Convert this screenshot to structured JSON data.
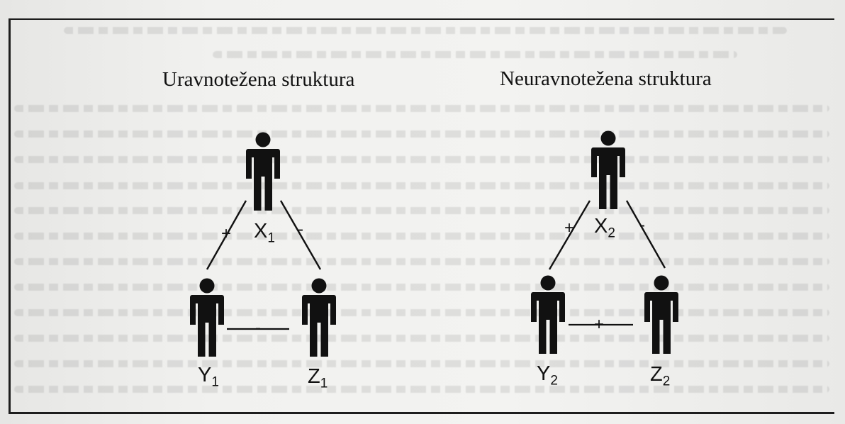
{
  "left_panel": {
    "title": "Uravnotežena struktura",
    "x_label": "X",
    "x_sub": "1",
    "y_label": "Y",
    "y_sub": "1",
    "z_label": "Z",
    "z_sub": "1",
    "xy_sign": "+",
    "xz_sign": "-",
    "yz_sign": "-"
  },
  "right_panel": {
    "title": "Neuravnotežena struktura",
    "x_label": "X",
    "x_sub": "2",
    "y_label": "Y",
    "y_sub": "2",
    "z_label": "Z",
    "z_sub": "2",
    "xy_sign": "+",
    "xz_sign": "-",
    "yz_sign": "+"
  },
  "colors": {
    "ink": "#111111",
    "paper": "#f2f2f0"
  }
}
